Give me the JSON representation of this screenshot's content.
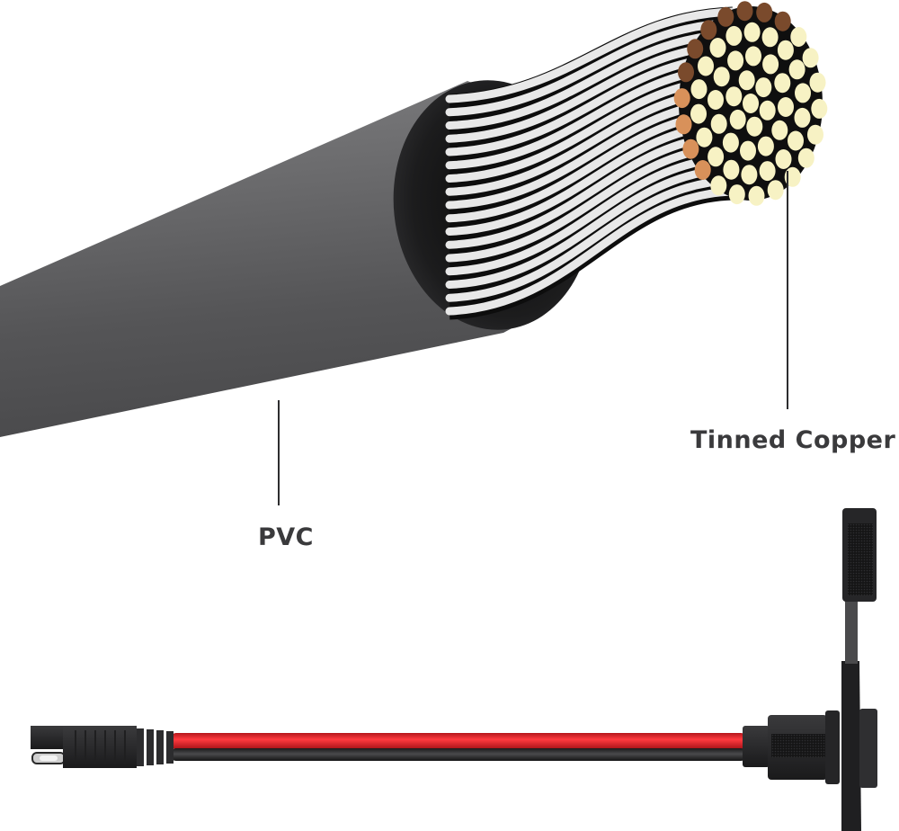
{
  "illustration": {
    "title": "Cable cross-section and SAE panel mount extension cable",
    "callouts": [
      {
        "id": "conductor",
        "label": "Tinned Copper"
      },
      {
        "id": "insulation",
        "label": "PVC"
      }
    ],
    "colors": {
      "background": "#ffffff",
      "label_text": "#3a3a3c",
      "jacket": "#5c5c5e",
      "jacket_end": "#1e1e20",
      "strand_silver": "#e6e6e6",
      "strand_tip": "#f7f2c4",
      "strand_copper": "#a0663a",
      "wire_red": "#e3262b",
      "wire_black": "#2a2a2c",
      "connector": "#2b2b2d"
    }
  }
}
